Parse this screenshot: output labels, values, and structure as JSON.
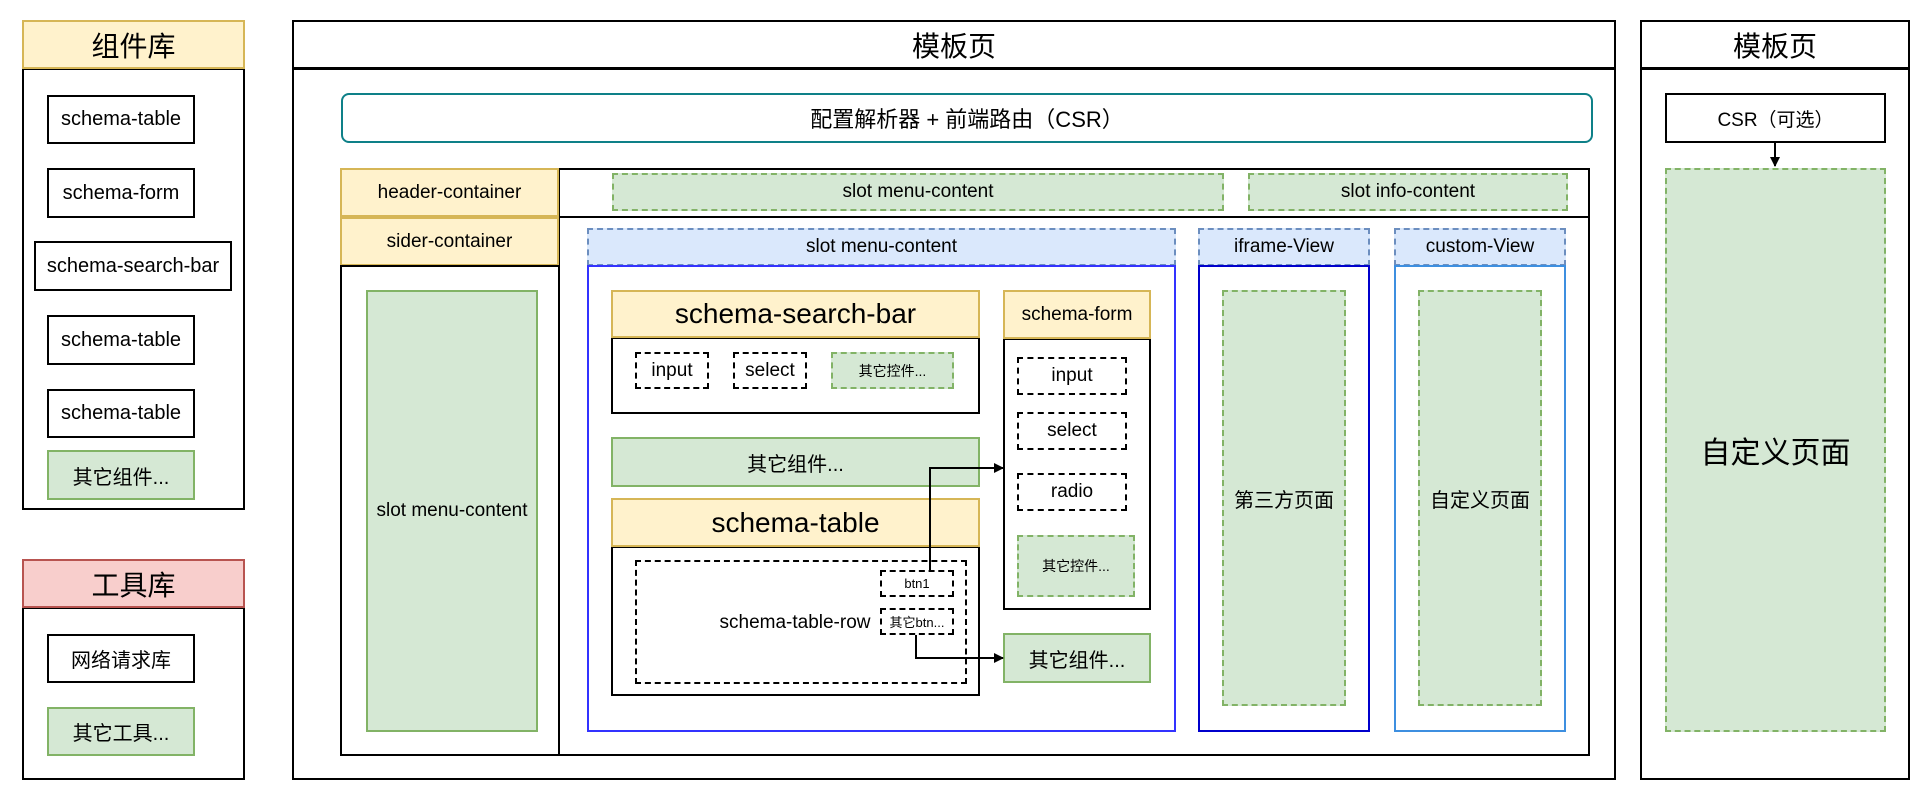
{
  "component_lib": {
    "title": "组件库",
    "items": [
      "schema-table",
      "schema-form",
      "schema-search-bar",
      "schema-table",
      "schema-table"
    ],
    "other": "其它组件..."
  },
  "tool_lib": {
    "title": "工具库",
    "network": "网络请求库",
    "other": "其它工具..."
  },
  "template_main": {
    "title": "模板页",
    "parser": "配置解析器 + 前端路由（CSR）",
    "header_container": "header-container",
    "sider_container": "sider-container",
    "header_slot_menu": "slot menu-content",
    "header_slot_info": "slot info-content",
    "sider_slot_menu": "slot menu-content",
    "content_slot_menu": "slot menu-content",
    "search_bar": {
      "title": "schema-search-bar",
      "input": "input",
      "select": "select",
      "other": "其它控件..."
    },
    "other_component_1": "其它组件...",
    "table": {
      "title": "schema-table",
      "row": "schema-table-row",
      "btn1": "btn1",
      "other_btn": "其它btn..."
    },
    "form": {
      "title": "schema-form",
      "input": "input",
      "select": "select",
      "radio": "radio",
      "other": "其它控件..."
    },
    "other_component_2": "其它组件...",
    "iframe_view": {
      "title": "iframe-View",
      "content": "第三方页面"
    },
    "custom_view": {
      "title": "custom-View",
      "content": "自定义页面"
    }
  },
  "template_side": {
    "title": "模板页",
    "csr": "CSR（可选）",
    "content": "自定义页面"
  },
  "colors": {
    "yellow_fill": "#fff2cc",
    "yellow_stroke": "#d6b656",
    "green_fill": "#d5e8d4",
    "green_stroke": "#82b366",
    "red_fill": "#f8cecc",
    "red_stroke": "#b85450",
    "blue_fill": "#dae8fc",
    "blue_stroke": "#6c8ebf",
    "teal_stroke": "#0e8088"
  }
}
